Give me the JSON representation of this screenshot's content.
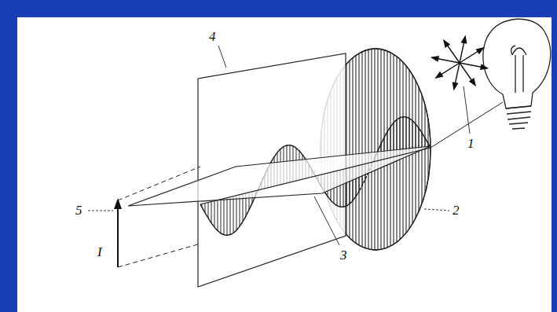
{
  "diagram": {
    "labels": [
      "4",
      "1",
      "2",
      "5",
      "I",
      "3"
    ]
  }
}
